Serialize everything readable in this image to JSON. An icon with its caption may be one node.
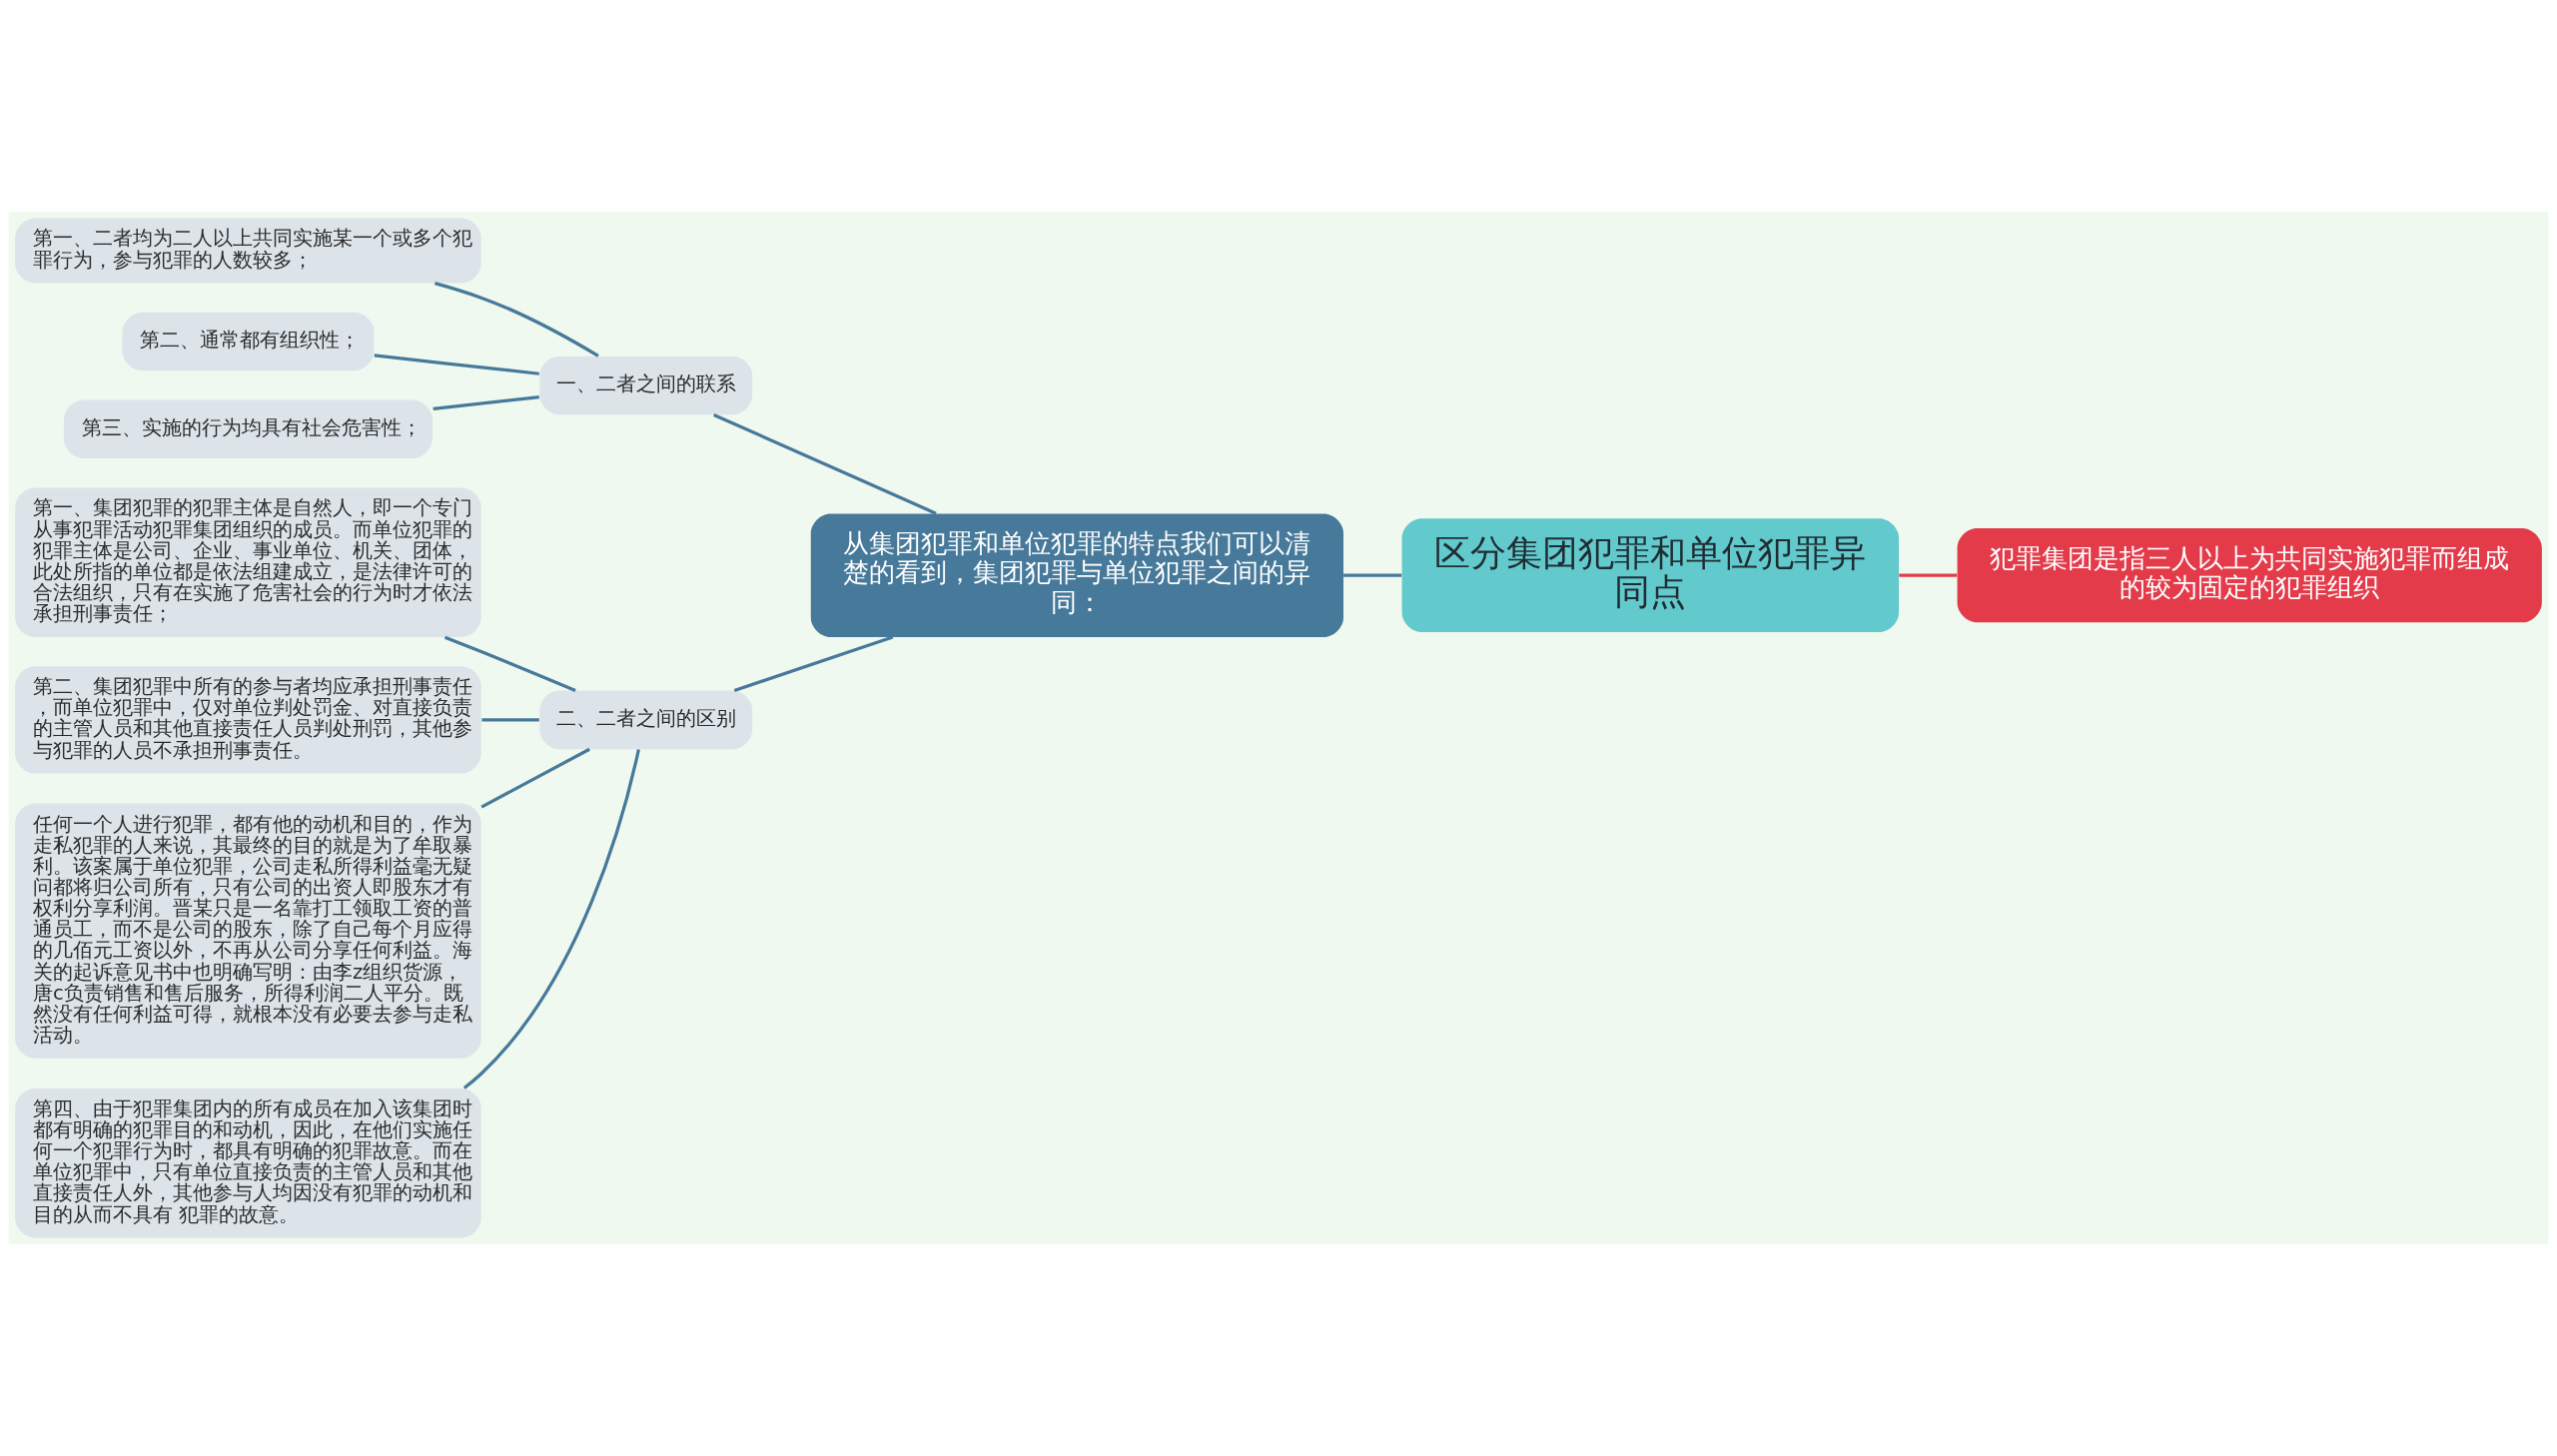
{
  "diagram": {
    "nodes": [
      {
        "text": [
          "区分集团犯罪和单位犯罪异同点"
        ]
      },
      {
        "text": [
          "犯罪集团是指三人以上为共同实施犯罪而组成的较为固定的犯罪组织"
        ]
      },
      {
        "text": [
          "从集团犯罪和单位犯罪的特点我们可以清楚的看到，集团犯罪与单位犯罪之间的异同："
        ]
      },
      {
        "text": [
          "一、二者之间的联系"
        ]
      },
      {
        "text": [
          "第一、二者均为二人以上共同实施某一个或多个犯罪行为，参与犯罪的人数较多；"
        ]
      },
      {
        "text": [
          "第二、通常都有组织性；"
        ]
      },
      {
        "text": [
          "第三、实施的行为均具有社会危害性；"
        ]
      },
      {
        "text": [
          "二、二者之间的区别"
        ]
      },
      {
        "text": [
          "第一、集团犯罪的犯罪主体是自然人，即一个专门从事犯罪活动犯罪集团组织的成员。而单位犯罪的犯罪主体是公司、企业、事业单位、机关、团体，此处所指的单位都是依法组建成立，是法律许可的合法组织，只有在实施了危害社会的行为时才依法承担刑事责任；"
        ]
      },
      {
        "text": [
          "第二、集团犯罪中所有的参与者均应承担刑事责任，而单位犯罪中，仅对单位判处罚金、对直接负责的主管人员和其他直接责任人员判处刑罚，其他参与犯罪的人员不承担刑事责任。"
        ]
      },
      {
        "text": [
          "任何一个人进行犯罪，都有他的动机和目的，作为走私犯罪的人来说，其最终的目的就是为了牟取暴利。该案属于单位犯罪，公司走私所得利益毫无疑问都将归公司所有，只有公司的出资人即股东才有权利分享利润。晋某只是一名靠打工领取工资的普通员工，而不是公司的股东，除了自己每个月应得的几佰元工资以外，不再从公司分享任何利益。海关的起诉意见书中也明确写明：由李z组织货源，唐c负责销售和售后服务，所得利润二人平分。既然没有任何利益可得，就根本没有必要去参与走私活动。"
        ]
      },
      {
        "text": [
          "第四、由于犯罪集团内的所有成员在加入该集团时都有明确的犯罪目的和动机，因此，在他们实施任何一个犯罪行为时，都具有明确的犯罪故意。而在单位犯罪中，只有单位直接负责的主管人员和其他直接责任人外，其他参与人均因没有犯罪的动机和目的从而不具有 犯罪的故意。"
        ]
      }
    ],
    "edges": [
      {
        "from": 0,
        "to": 1,
        "arrow": "none",
        "color": "#e03c4a"
      },
      {
        "from": 0,
        "to": 2,
        "arrow": "none"
      },
      {
        "from": 2,
        "to": 3,
        "arrow": "none"
      },
      {
        "from": 2,
        "to": 7,
        "arrow": "none"
      },
      {
        "from": 3,
        "to": 4,
        "arrow": "none"
      },
      {
        "from": 3,
        "to": 5,
        "arrow": "none"
      },
      {
        "from": 3,
        "to": 6,
        "arrow": "none"
      },
      {
        "from": 7,
        "to": 8,
        "arrow": "none"
      },
      {
        "from": 7,
        "to": 9,
        "arrow": "none"
      },
      {
        "from": 7,
        "to": 10,
        "arrow": "none"
      },
      {
        "from": 7,
        "to": 11,
        "arrow": "none"
      }
    ]
  }
}
